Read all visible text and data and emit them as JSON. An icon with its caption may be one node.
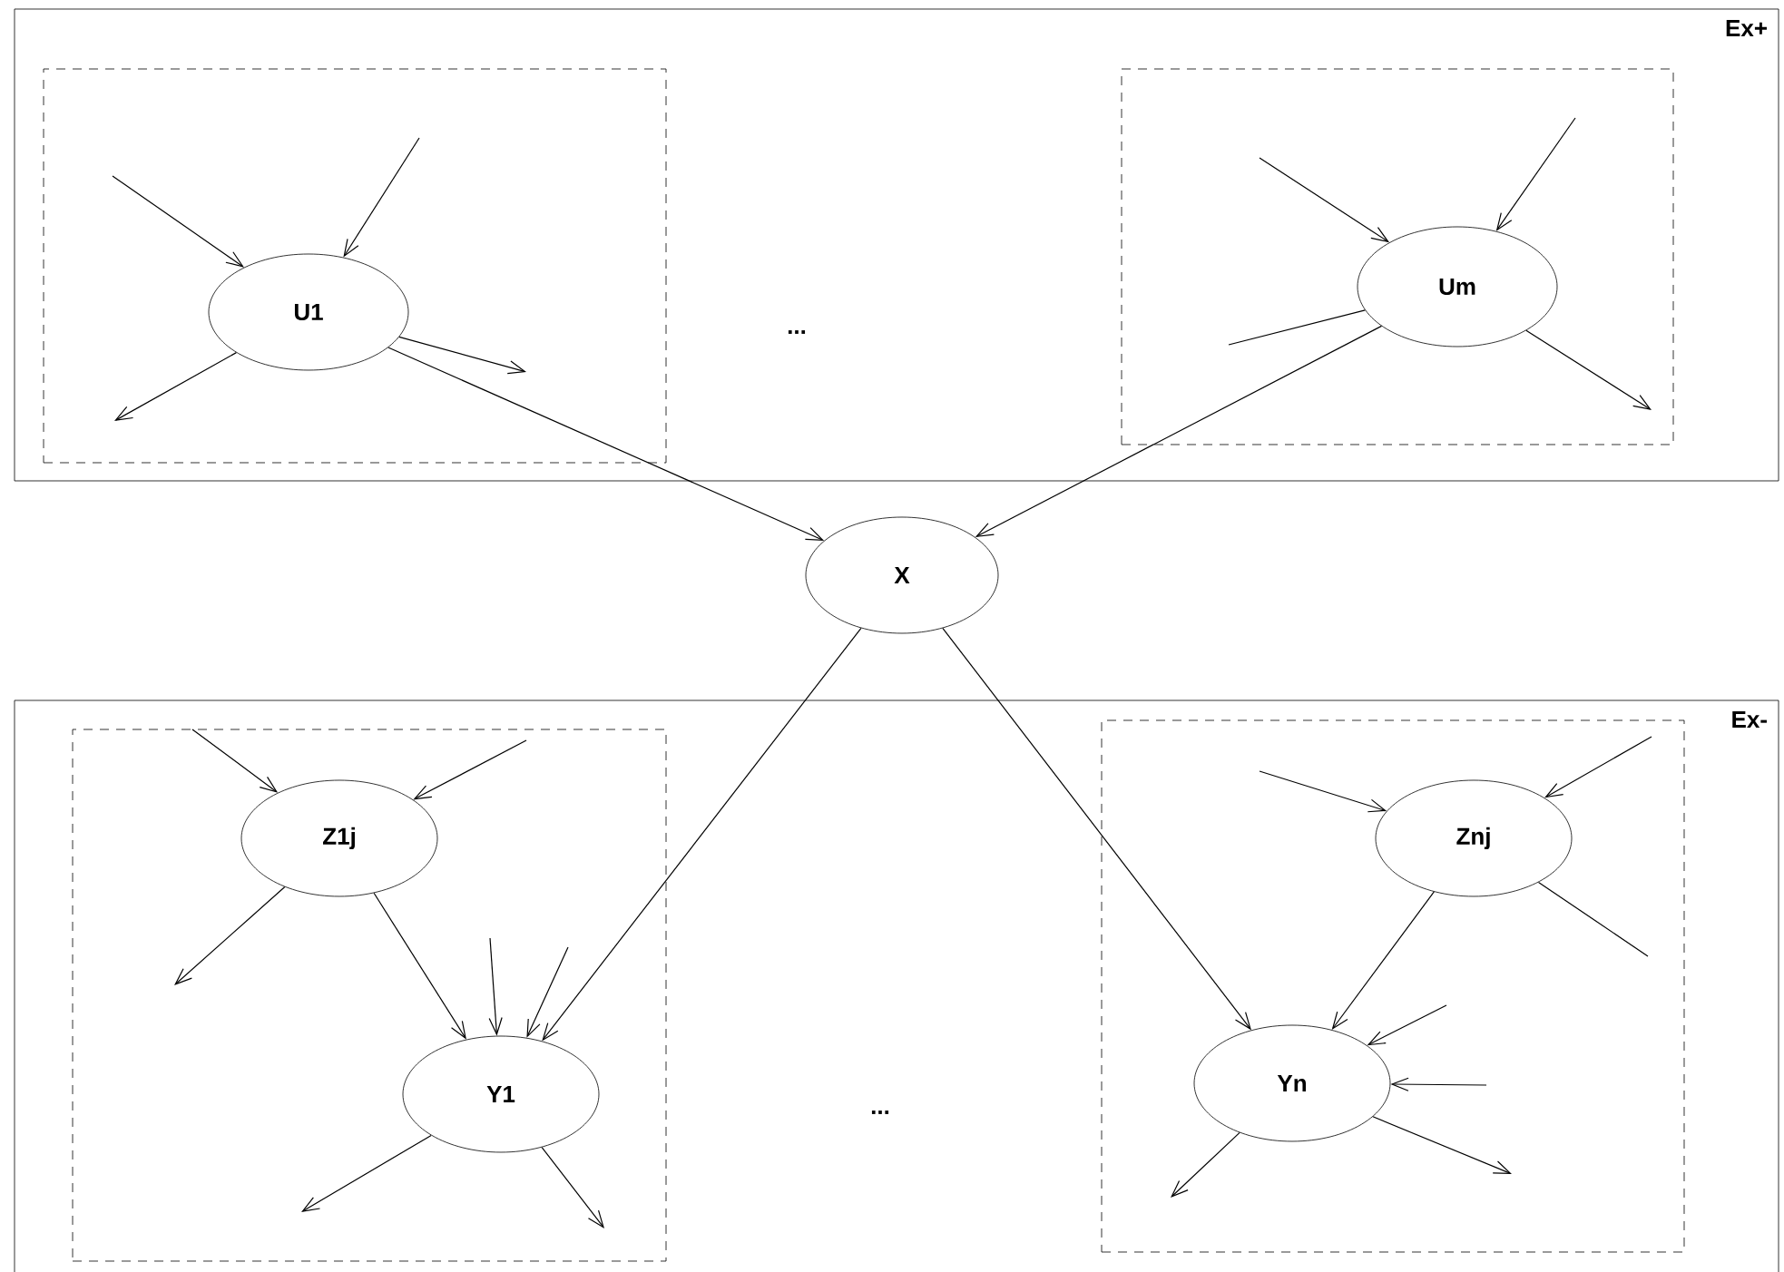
{
  "diagram": {
    "nodes": [
      {
        "text": [
          "Ex+"
        ]
      },
      {
        "text": [],
        "shape": "box",
        "in": 0
      },
      {
        "text": [
          "U1"
        ],
        "in": 1
      },
      {
        "text": [],
        "shape": "box",
        "in": 0
      },
      {
        "text": [
          "Um"
        ],
        "in": 3
      },
      {
        "text": [
          "X"
        ]
      },
      {
        "text": [
          "Ex-"
        ]
      },
      {
        "text": [],
        "shape": "box",
        "in": 6
      },
      {
        "text": [
          "Z1j"
        ],
        "in": 7
      },
      {
        "text": [
          "Y1"
        ],
        "in": 7
      },
      {
        "text": [],
        "shape": "box",
        "in": 6
      },
      {
        "text": [
          "Znj"
        ],
        "in": 10
      },
      {
        "text": [
          "Yn"
        ],
        "in": 10
      }
    ],
    "edges": [
      {
        "from": 2,
        "to": 5,
        "arrow": "to"
      },
      {
        "from": 4,
        "to": 5,
        "arrow": "to"
      },
      {
        "from": 5,
        "to": 9,
        "arrow": "to"
      },
      {
        "from": 5,
        "to": 12,
        "arrow": "to"
      },
      {
        "from": 8,
        "to": 9,
        "arrow": "to"
      },
      {
        "from": 11,
        "to": 12,
        "arrow": "to"
      },
      {
        "from": null,
        "to": 2,
        "arrow": "to"
      },
      {
        "from": null,
        "to": 2,
        "arrow": "to"
      },
      {
        "from": 2,
        "to": null,
        "arrow": "to"
      },
      {
        "from": 2,
        "to": null,
        "arrow": "to"
      },
      {
        "from": null,
        "to": 4,
        "arrow": "to"
      },
      {
        "from": null,
        "to": 4,
        "arrow": "to"
      },
      {
        "from": 4,
        "to": null,
        "arrow": "none"
      },
      {
        "from": 4,
        "to": null,
        "arrow": "to"
      },
      {
        "from": null,
        "to": 8,
        "arrow": "to"
      },
      {
        "from": null,
        "to": 8,
        "arrow": "to"
      },
      {
        "from": 8,
        "to": null,
        "arrow": "to"
      },
      {
        "from": null,
        "to": 9,
        "arrow": "to"
      },
      {
        "from": null,
        "to": 9,
        "arrow": "to"
      },
      {
        "from": 9,
        "to": null,
        "arrow": "to"
      },
      {
        "from": 9,
        "to": null,
        "arrow": "to"
      },
      {
        "from": null,
        "to": 11,
        "arrow": "to"
      },
      {
        "from": null,
        "to": 11,
        "arrow": "to"
      },
      {
        "from": 11,
        "to": null,
        "arrow": "none"
      },
      {
        "from": null,
        "to": 12,
        "arrow": "to"
      },
      {
        "from": null,
        "to": 12,
        "arrow": "to"
      },
      {
        "from": 12,
        "to": null,
        "arrow": "to"
      },
      {
        "from": 12,
        "to": null,
        "arrow": "to"
      }
    ],
    "labels": [
      "...",
      "..."
    ]
  }
}
